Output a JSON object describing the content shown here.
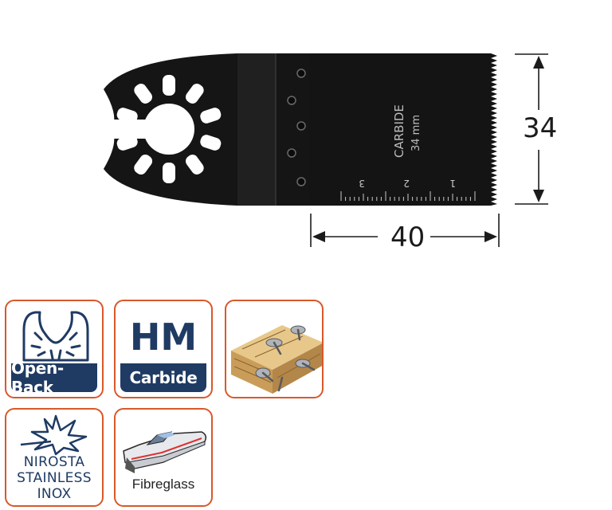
{
  "product": {
    "blade_engraving": {
      "line1": "CARBIDE",
      "line2": "34 mm"
    },
    "ruler_numbers": [
      "3",
      "2",
      "1"
    ],
    "dimensions": {
      "height_label": "34",
      "width_label": "40"
    }
  },
  "badges": [
    {
      "id": "open-back",
      "label": "Open-Back"
    },
    {
      "id": "hm-carbide",
      "top_text": "HM",
      "label": "Carbide"
    },
    {
      "id": "wood-nails"
    },
    {
      "id": "stainless",
      "lines": [
        "NIROSTA",
        "STAINLESS",
        "INOX"
      ]
    },
    {
      "id": "fibreglass",
      "label": "Fibreglass"
    }
  ],
  "colors": {
    "badge_border": "#d9582a",
    "badge_bar": "#1f3b63",
    "blade": "#141414",
    "engraving": "#bcbcbc"
  },
  "icons": [
    "blade-icon",
    "star-burst-icon",
    "boat-icon",
    "wood-nails-icon"
  ]
}
